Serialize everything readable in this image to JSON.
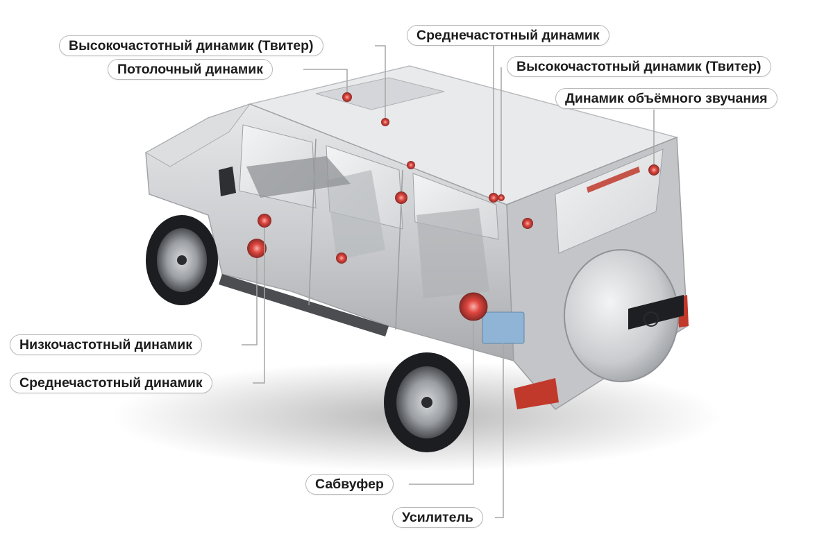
{
  "callouts": {
    "tweeter_left": {
      "label": "Высокочастотный динамик (Твитер)"
    },
    "ceiling": {
      "label": "Потолочный динамик"
    },
    "midrange_top": {
      "label": "Среднечастотный динамик"
    },
    "tweeter_right": {
      "label": "Высокочастотный динамик (Твитер)"
    },
    "surround": {
      "label": "Динамик объёмного звучания"
    },
    "woofer": {
      "label": "Низкочастотный динамик"
    },
    "midrange_left": {
      "label": "Среднечастотный динамик"
    },
    "subwoofer": {
      "label": "Сабвуфер"
    },
    "amplifier": {
      "label": "Усилитель"
    }
  },
  "colors": {
    "leader_line": "#a6a6a6",
    "label_border": "#b9b9b9",
    "speaker_highlight": "#e0463f",
    "amplifier_unit": "#8fb4d6",
    "body_silver": "#c9cbce"
  }
}
